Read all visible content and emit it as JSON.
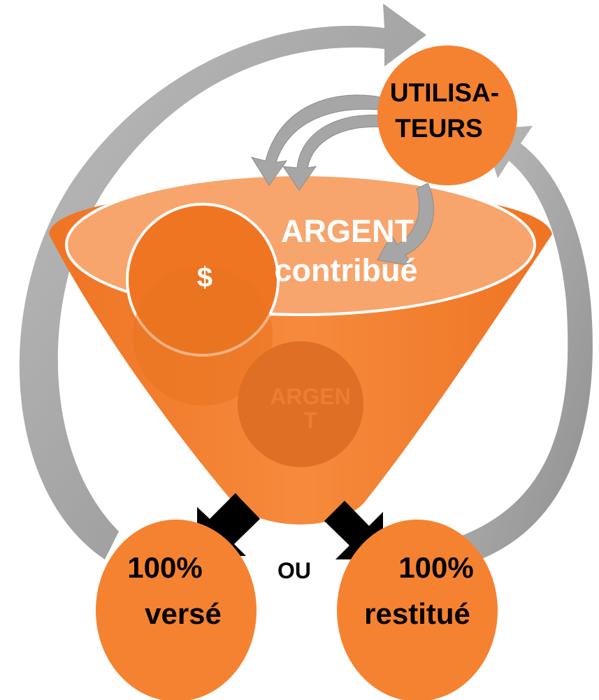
{
  "diagram": {
    "users_node": {
      "line1": "UTILISA-",
      "line2": "TEURS"
    },
    "funnel_label": {
      "line1": "ARGENT",
      "line2": "contribué"
    },
    "coin_symbol": "$",
    "inner_coin": {
      "line1": "ARGEN",
      "line2": "T"
    },
    "outcome_left": {
      "line1": "100%",
      "line2": "versé"
    },
    "connector": "OU",
    "outcome_right": {
      "line1": "100%",
      "line2": "restitué"
    },
    "colors": {
      "orange": "#f58231",
      "orange_dark": "#e8731f",
      "orange_light": "#f7a56c",
      "gray_arrow": "#a6a6a6",
      "black_arrow": "#000000"
    }
  }
}
